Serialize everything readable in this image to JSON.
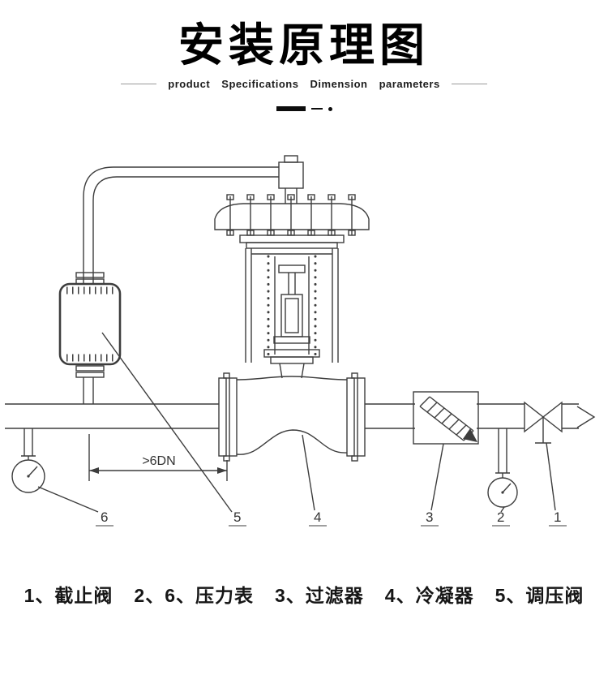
{
  "header": {
    "title": "安装原理图",
    "subtitle": "product Specifications Dimension parameters"
  },
  "diagram": {
    "dimension_label": ">6DN",
    "callouts": {
      "c1": "1",
      "c2": "2",
      "c3": "3",
      "c4": "4",
      "c5": "5",
      "c6": "6"
    }
  },
  "legend": {
    "items": [
      {
        "label": "1、截止阀"
      },
      {
        "label": "2、6、压力表"
      },
      {
        "label": "3、过滤器"
      },
      {
        "label": "4、冷凝器"
      },
      {
        "label": "5、调压阀"
      }
    ]
  },
  "colors": {
    "line": "#3d3d3d",
    "background": "#ffffff",
    "text": "#000000"
  }
}
